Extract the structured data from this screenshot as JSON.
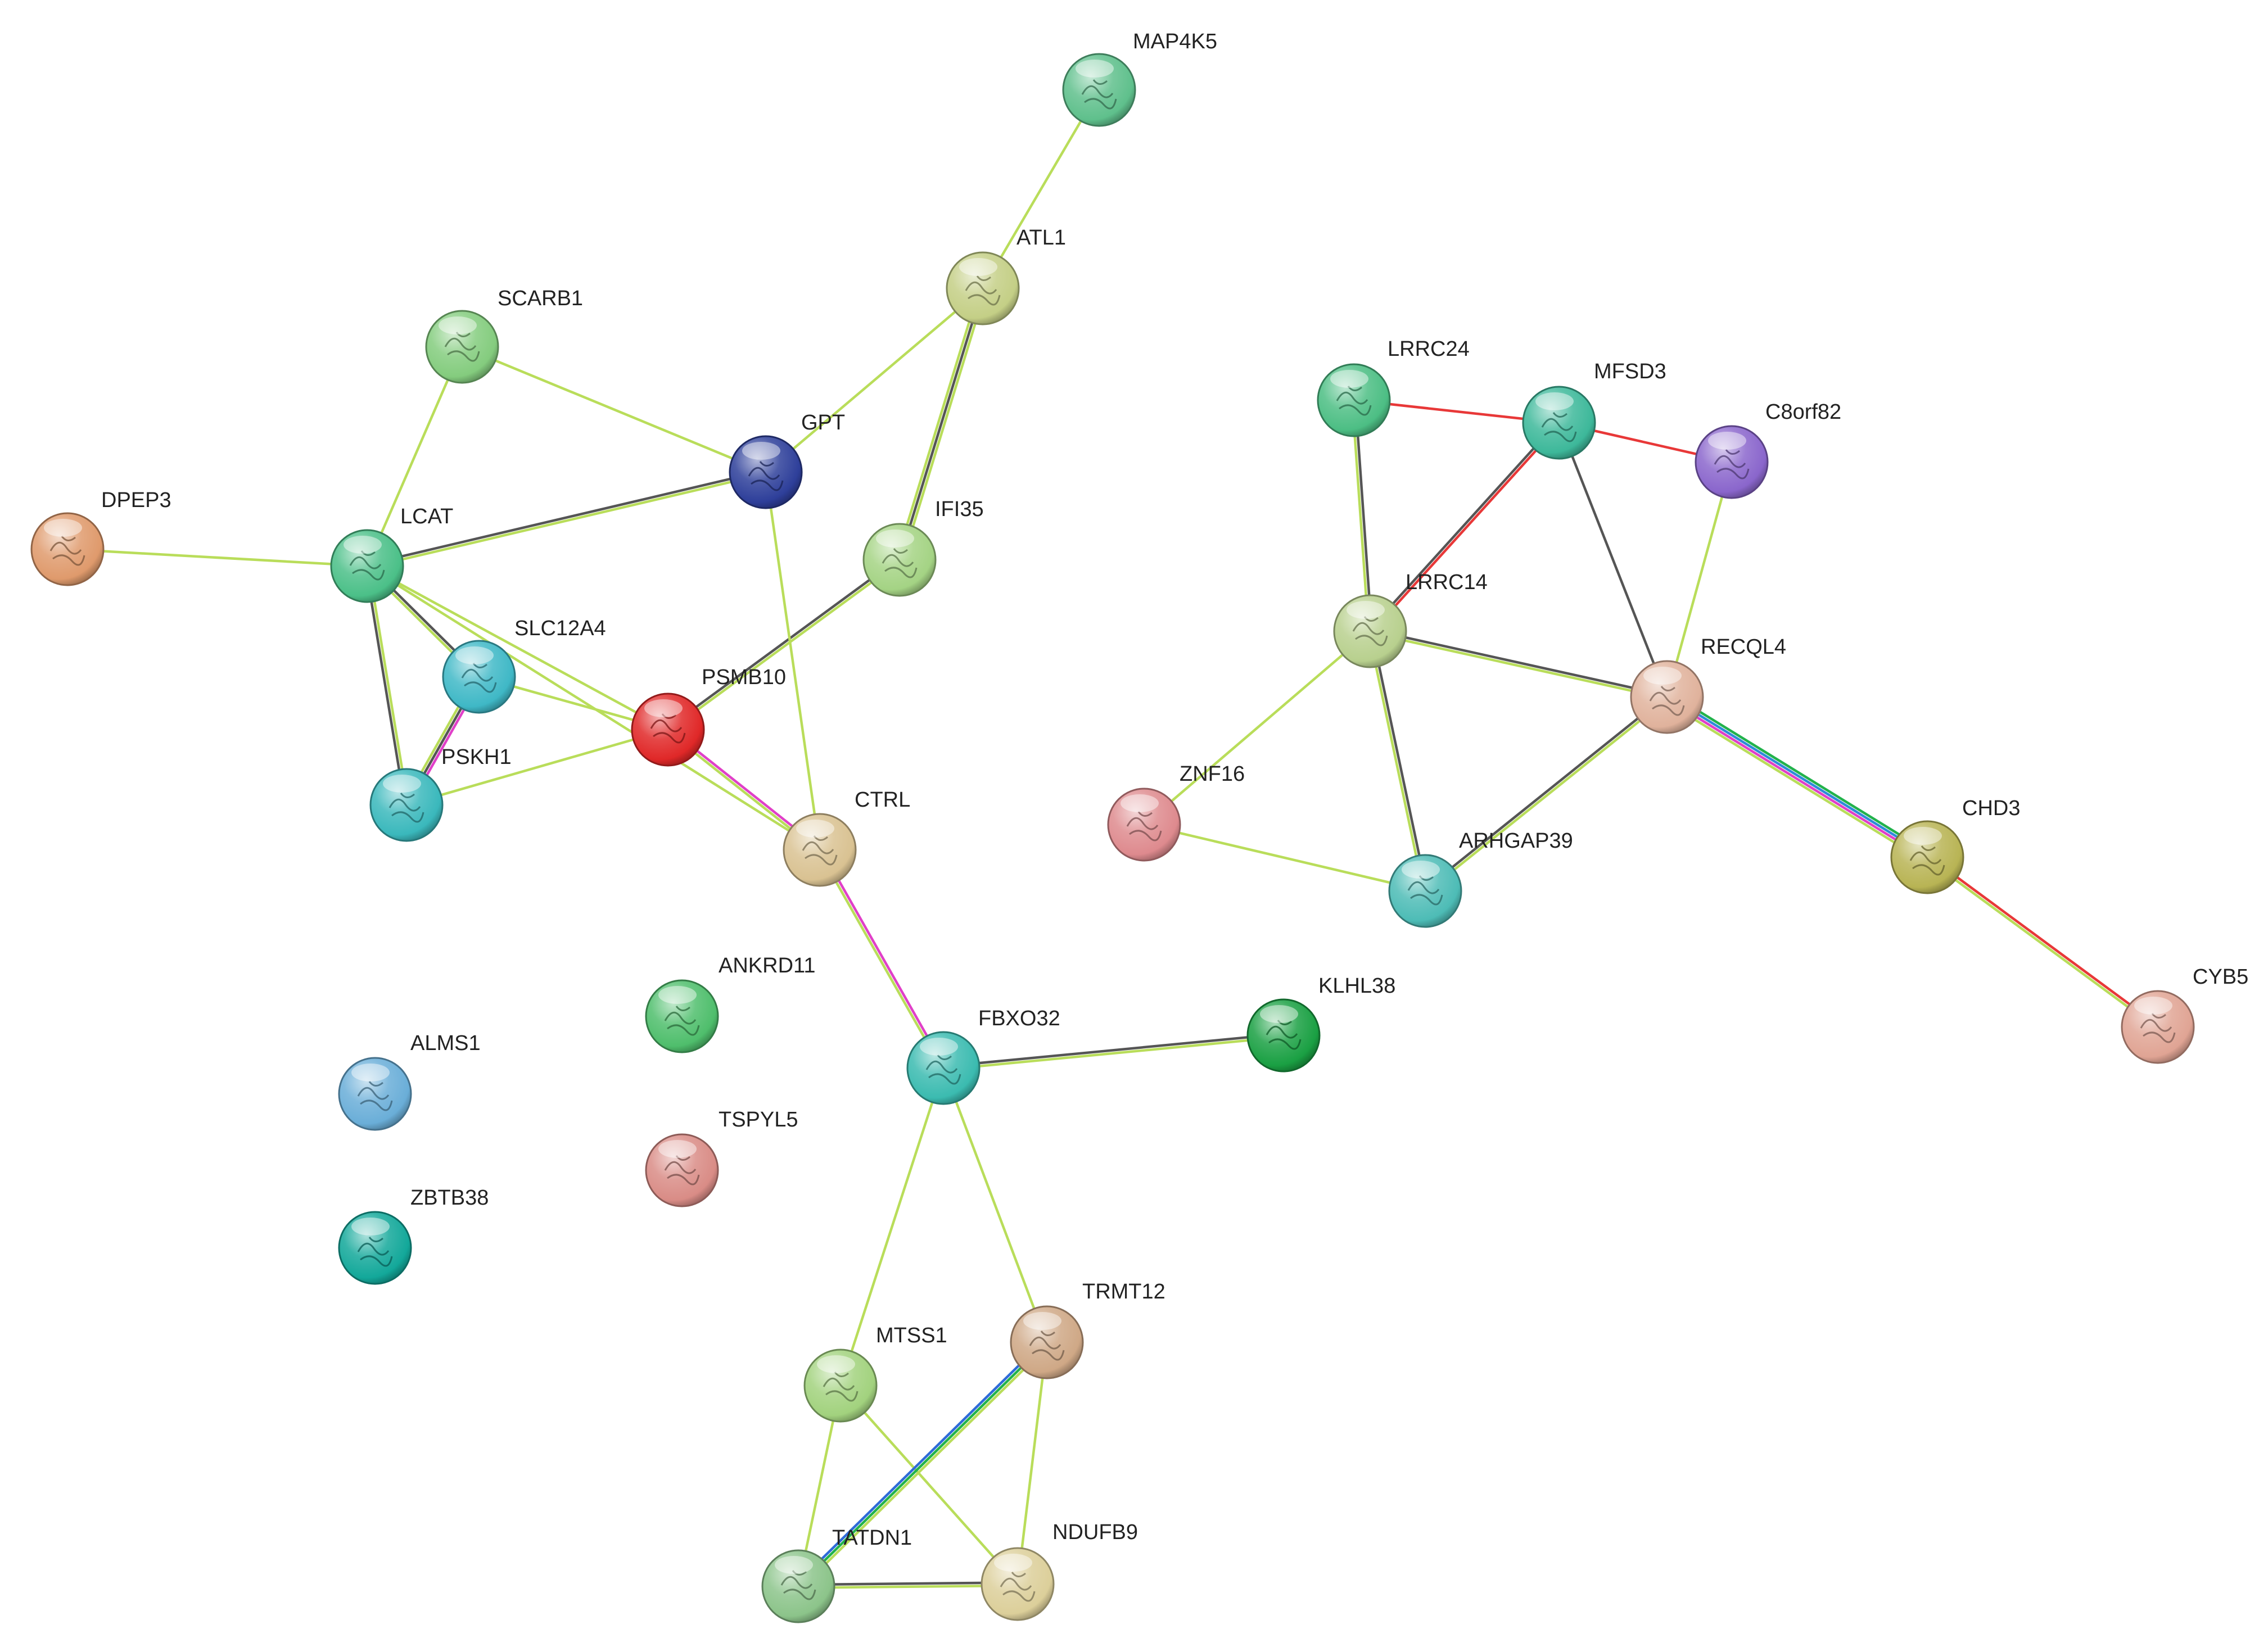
{
  "nodes": [
    {
      "id": "MAP4K5",
      "label": "MAP4K5",
      "color": "#5fc08c"
    },
    {
      "id": "ATL1",
      "label": "ATL1",
      "color": "#c4cf86"
    },
    {
      "id": "SCARB1",
      "label": "SCARB1",
      "color": "#84cc7e"
    },
    {
      "id": "GPT",
      "label": "GPT",
      "color": "#2e3f9a"
    },
    {
      "id": "DPEP3",
      "label": "DPEP3",
      "color": "#df9a6c"
    },
    {
      "id": "LCAT",
      "label": "LCAT",
      "color": "#4bc088"
    },
    {
      "id": "IFI35",
      "label": "IFI35",
      "color": "#a4d384"
    },
    {
      "id": "SLC12A4",
      "label": "SLC12A4",
      "color": "#3fb8c6"
    },
    {
      "id": "PSMB10",
      "label": "PSMB10",
      "color": "#e02828"
    },
    {
      "id": "PSKH1",
      "label": "PSKH1",
      "color": "#3ab8bc"
    },
    {
      "id": "CTRL",
      "label": "CTRL",
      "color": "#d9c292"
    },
    {
      "id": "ANKRD11",
      "label": "ANKRD11",
      "color": "#4fbe6c"
    },
    {
      "id": "ALMS1",
      "label": "ALMS1",
      "color": "#6aaed8"
    },
    {
      "id": "TSPYL5",
      "label": "TSPYL5",
      "color": "#d98c86"
    },
    {
      "id": "ZBTB38",
      "label": "ZBTB38",
      "color": "#13a89a"
    },
    {
      "id": "FBXO32",
      "label": "FBXO32",
      "color": "#3bbbb0"
    },
    {
      "id": "KLHL38",
      "label": "KLHL38",
      "color": "#1aa043"
    },
    {
      "id": "TRMT12",
      "label": "TRMT12",
      "color": "#cfa886"
    },
    {
      "id": "MTSS1",
      "label": "MTSS1",
      "color": "#a2d27e"
    },
    {
      "id": "TATDN1",
      "label": "TATDN1",
      "color": "#8cc48a"
    },
    {
      "id": "NDUFB9",
      "label": "NDUFB9",
      "color": "#dccf9a"
    },
    {
      "id": "LRRC24",
      "label": "LRRC24",
      "color": "#4cbe84"
    },
    {
      "id": "MFSD3",
      "label": "MFSD3",
      "color": "#3db89a"
    },
    {
      "id": "C8orf82",
      "label": "C8orf82",
      "color": "#8a66cc"
    },
    {
      "id": "LRRC14",
      "label": "LRRC14",
      "color": "#b8d08e"
    },
    {
      "id": "RECQL4",
      "label": "RECQL4",
      "color": "#e0b29c"
    },
    {
      "id": "ZNF16",
      "label": "ZNF16",
      "color": "#de8a8e"
    },
    {
      "id": "ARHGAP39",
      "label": "ARHGAP39",
      "color": "#4dbcb6"
    },
    {
      "id": "CHD3",
      "label": "CHD3",
      "color": "#b8b454"
    },
    {
      "id": "CYB5",
      "label": "CYB5",
      "color": "#e0a494"
    }
  ],
  "edges": [
    {
      "source": "MAP4K5",
      "target": "ATL1",
      "colors": [
        "#b9dd5a"
      ]
    },
    {
      "source": "ATL1",
      "target": "GPT",
      "colors": [
        "#b9dd5a"
      ]
    },
    {
      "source": "ATL1",
      "target": "IFI35",
      "colors": [
        "#b9dd5a",
        "#555555",
        "#b9dd5a"
      ]
    },
    {
      "source": "SCARB1",
      "target": "GPT",
      "colors": [
        "#b9dd5a"
      ]
    },
    {
      "source": "SCARB1",
      "target": "LCAT",
      "colors": [
        "#b9dd5a"
      ]
    },
    {
      "source": "DPEP3",
      "target": "LCAT",
      "colors": [
        "#b9dd5a"
      ]
    },
    {
      "source": "LCAT",
      "target": "GPT",
      "colors": [
        "#555555",
        "#b9dd5a"
      ]
    },
    {
      "source": "LCAT",
      "target": "SLC12A4",
      "colors": [
        "#555555",
        "#b9dd5a"
      ]
    },
    {
      "source": "LCAT",
      "target": "PSKH1",
      "colors": [
        "#b9dd5a",
        "#555555"
      ]
    },
    {
      "source": "LCAT",
      "target": "PSMB10",
      "colors": [
        "#b9dd5a"
      ]
    },
    {
      "source": "LCAT",
      "target": "CTRL",
      "colors": [
        "#b9dd5a"
      ]
    },
    {
      "source": "SLC12A4",
      "target": "PSKH1",
      "colors": [
        "#e040c8",
        "#555555",
        "#b9dd5a"
      ]
    },
    {
      "source": "SLC12A4",
      "target": "PSMB10",
      "colors": [
        "#b9dd5a"
      ]
    },
    {
      "source": "PSKH1",
      "target": "PSMB10",
      "colors": [
        "#b9dd5a"
      ]
    },
    {
      "source": "PSMB10",
      "target": "IFI35",
      "colors": [
        "#555555",
        "#b9dd5a"
      ]
    },
    {
      "source": "PSMB10",
      "target": "CTRL",
      "colors": [
        "#e040c8",
        "#b9dd5a"
      ]
    },
    {
      "source": "GPT",
      "target": "CTRL",
      "colors": [
        "#b9dd5a"
      ]
    },
    {
      "source": "CTRL",
      "target": "FBXO32",
      "colors": [
        "#e040c8",
        "#b9dd5a"
      ]
    },
    {
      "source": "FBXO32",
      "target": "KLHL38",
      "colors": [
        "#555555",
        "#b9dd5a"
      ]
    },
    {
      "source": "FBXO32",
      "target": "MTSS1",
      "colors": [
        "#b9dd5a"
      ]
    },
    {
      "source": "FBXO32",
      "target": "TRMT12",
      "colors": [
        "#b9dd5a"
      ]
    },
    {
      "source": "MTSS1",
      "target": "TATDN1",
      "colors": [
        "#b9dd5a"
      ]
    },
    {
      "source": "MTSS1",
      "target": "NDUFB9",
      "colors": [
        "#b9dd5a"
      ]
    },
    {
      "source": "TRMT12",
      "target": "TATDN1",
      "colors": [
        "#b9dd5a",
        "#22b24c",
        "#2e6bd8"
      ]
    },
    {
      "source": "TRMT12",
      "target": "NDUFB9",
      "colors": [
        "#b9dd5a"
      ]
    },
    {
      "source": "TATDN1",
      "target": "NDUFB9",
      "colors": [
        "#555555",
        "#b9dd5a"
      ]
    },
    {
      "source": "LRRC24",
      "target": "MFSD3",
      "colors": [
        "#e83838"
      ]
    },
    {
      "source": "LRRC24",
      "target": "LRRC14",
      "colors": [
        "#555555",
        "#b9dd5a"
      ]
    },
    {
      "source": "MFSD3",
      "target": "C8orf82",
      "colors": [
        "#e83838"
      ]
    },
    {
      "source": "MFSD3",
      "target": "LRRC14",
      "colors": [
        "#e83838",
        "#555555"
      ]
    },
    {
      "source": "MFSD3",
      "target": "RECQL4",
      "colors": [
        "#555555"
      ]
    },
    {
      "source": "C8orf82",
      "target": "RECQL4",
      "colors": [
        "#b9dd5a"
      ]
    },
    {
      "source": "LRRC14",
      "target": "RECQL4",
      "colors": [
        "#555555",
        "#b9dd5a"
      ]
    },
    {
      "source": "LRRC14",
      "target": "ZNF16",
      "colors": [
        "#b9dd5a"
      ]
    },
    {
      "source": "LRRC14",
      "target": "ARHGAP39",
      "colors": [
        "#555555",
        "#b9dd5a"
      ]
    },
    {
      "source": "ZNF16",
      "target": "ARHGAP39",
      "colors": [
        "#b9dd5a"
      ]
    },
    {
      "source": "ARHGAP39",
      "target": "RECQL4",
      "colors": [
        "#555555",
        "#b9dd5a"
      ]
    },
    {
      "source": "RECQL4",
      "target": "CHD3",
      "colors": [
        "#22b24c",
        "#2e8bd8",
        "#e040c8",
        "#b9dd5a"
      ]
    },
    {
      "source": "CHD3",
      "target": "CYB5",
      "colors": [
        "#e83838",
        "#b9dd5a"
      ]
    }
  ]
}
